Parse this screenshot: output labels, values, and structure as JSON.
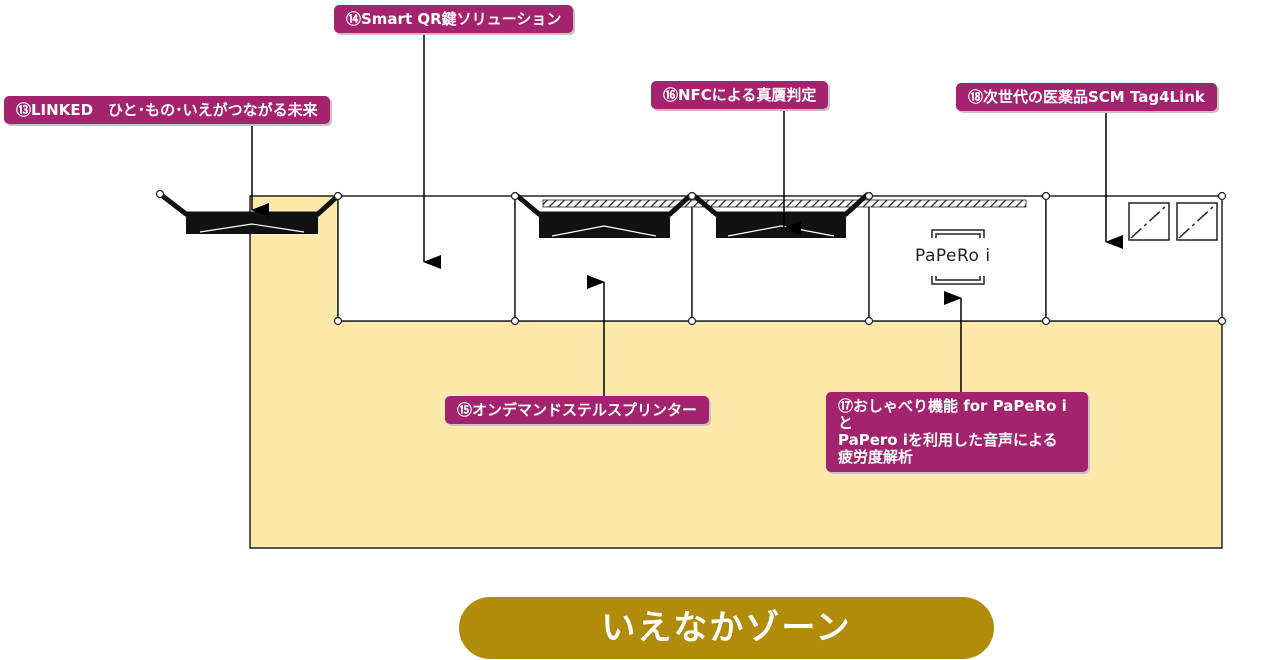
{
  "labels": {
    "linked": "⑬LINKED　ひと･もの･いえがつながる未来",
    "smart_qr": "⑭Smart QR鍵ソリューション",
    "nfc": "⑯NFCによる真贋判定",
    "pharma": "⑱次世代の医薬品SCM Tag4Link",
    "printer": "⑮オンデマンドステルスプリンター",
    "papero": [
      "⑰おしゃべり機能 for PaPeRo iと",
      "PaPero iを利用した音声による",
      "疲労度解析"
    ]
  },
  "device_text": "PaPeRo i",
  "zone_name": "いえなかゾーン",
  "colors": {
    "label_bg": "#a4236e",
    "zone_fill": "#fde9aa",
    "banner": "#b18c0b"
  }
}
